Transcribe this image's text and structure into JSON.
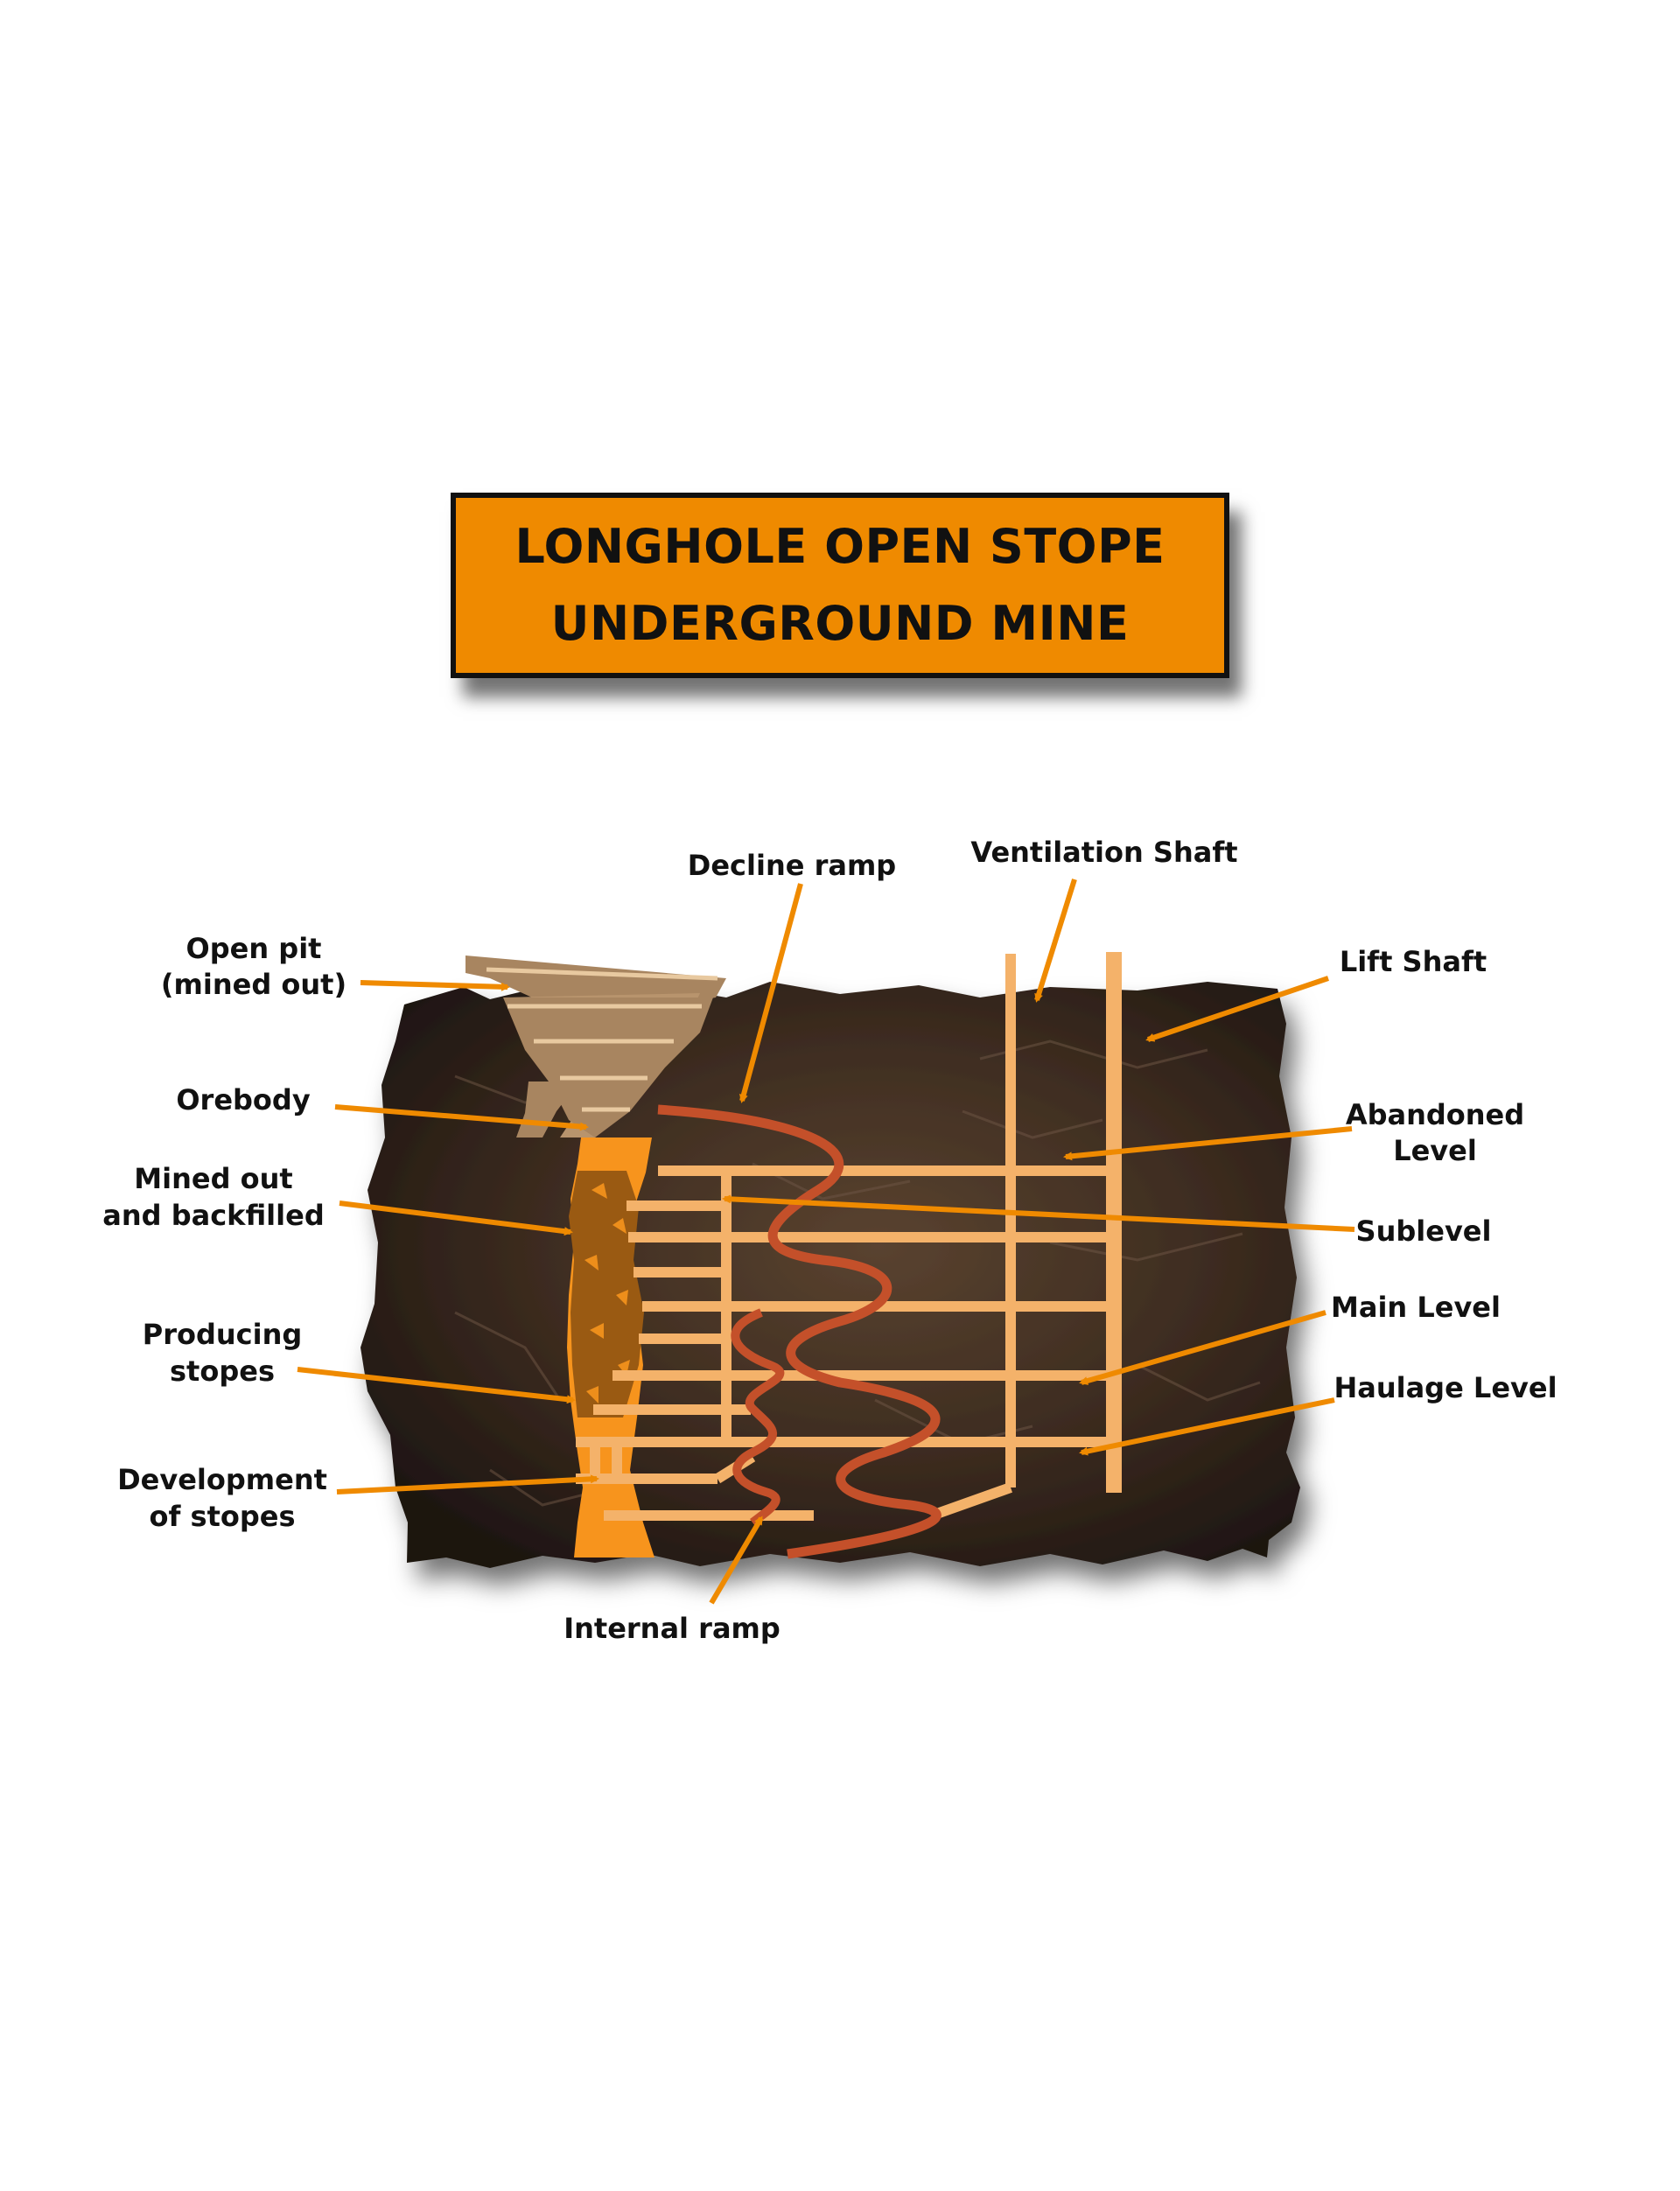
{
  "title": {
    "line1": "LONGHOLE OPEN STOPE",
    "line2": "UNDERGROUND MINE"
  },
  "labels": {
    "open_pit": [
      "Open pit",
      "(mined out)"
    ],
    "orebody": "Orebody",
    "mined_out": [
      "Mined out",
      "and backfilled"
    ],
    "producing": [
      "Producing",
      "stopes"
    ],
    "development": [
      "Development",
      "of stopes"
    ],
    "decline_ramp": "Decline ramp",
    "ventilation_shaft": "Ventilation Shaft",
    "lift_shaft": "Lift Shaft",
    "abandoned_level": [
      "Abandoned",
      "Level"
    ],
    "sublevel": "Sublevel",
    "main_level": "Main Level",
    "haulage_level": "Haulage Level",
    "internal_ramp": "Internal ramp"
  },
  "colors": {
    "title_bg": "#ef8a00",
    "arrow": "#ef8a00",
    "rock": "#3a2a1e",
    "tunnel": "#f4b26a",
    "ramp": "#c4502a",
    "orebody": "#f7941d",
    "backfill": "#9a5a12",
    "pit": "#a88560"
  }
}
